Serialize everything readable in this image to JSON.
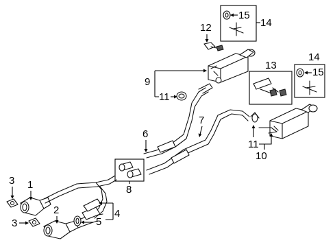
{
  "callouts": {
    "c1": "1",
    "c2": "2",
    "c3a": "3",
    "c3b": "3",
    "c4": "4",
    "c5": "5",
    "c6": "6",
    "c7": "7",
    "c8": "8",
    "c9": "9",
    "c10": "10",
    "c11a": "11",
    "c11b": "11",
    "c12": "12",
    "c13": "13",
    "c14a": "14",
    "c14b": "14",
    "c15a": "15",
    "c15b": "15"
  }
}
